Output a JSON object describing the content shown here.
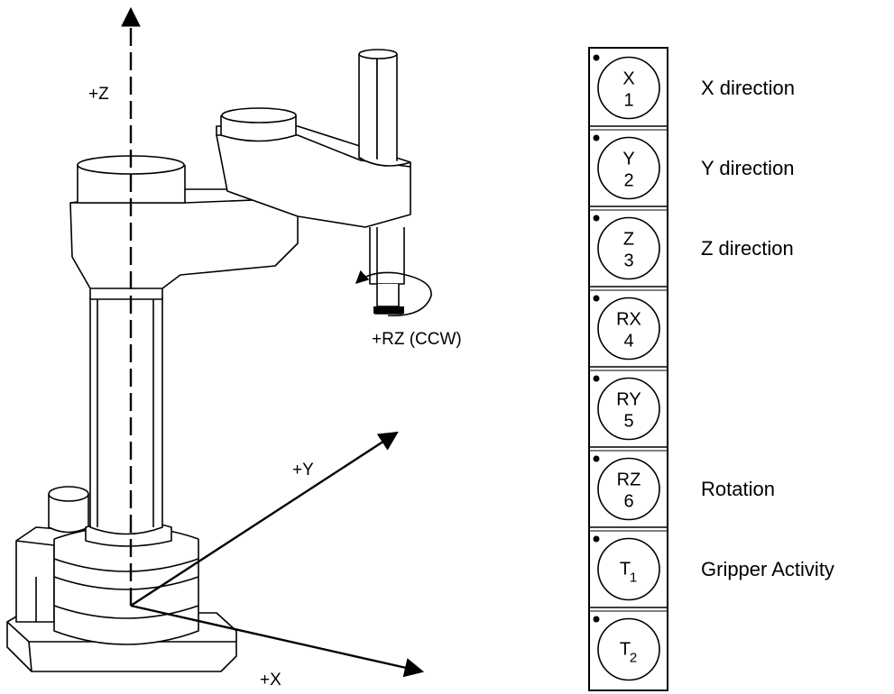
{
  "robot": {
    "axis_z": "+Z",
    "axis_y": "+Y",
    "axis_x": "+X",
    "rotation": "+RZ (CCW)"
  },
  "keypad": {
    "keys": [
      {
        "top": "X",
        "bottom": "1",
        "sub": "",
        "description": "X direction"
      },
      {
        "top": "Y",
        "bottom": "2",
        "sub": "",
        "description": "Y direction"
      },
      {
        "top": "Z",
        "bottom": "3",
        "sub": "",
        "description": "Z direction"
      },
      {
        "top": "RX",
        "bottom": "4",
        "sub": "",
        "description": ""
      },
      {
        "top": "RY",
        "bottom": "5",
        "sub": "",
        "description": ""
      },
      {
        "top": "RZ",
        "bottom": "6",
        "sub": "",
        "description": "Rotation"
      },
      {
        "top": "T",
        "bottom": "",
        "sub": "1",
        "description": "Gripper Activity"
      },
      {
        "top": "T",
        "bottom": "",
        "sub": "2",
        "description": ""
      }
    ]
  }
}
